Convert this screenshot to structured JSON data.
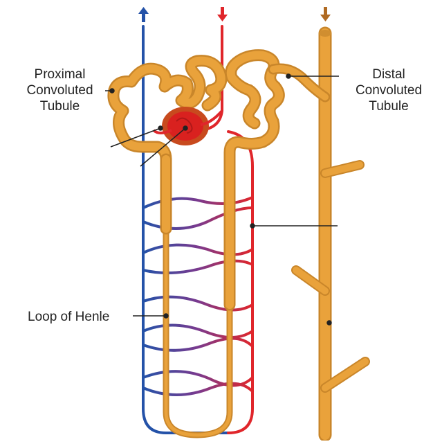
{
  "diagram": {
    "labels": {
      "proximal_convoluted_tubule": "Proximal\nConvoluted\nTubule",
      "distal_convoluted_tubule": "Distal\nConvoluted\nTubule",
      "loop_of_henle": "Loop of Henle"
    },
    "unlabeled_pointers": 3,
    "flow_arrows": [
      "up",
      "down",
      "down"
    ],
    "colors": {
      "tubule": "#E9A23B",
      "tubule_edge": "#C9862A",
      "artery": "#E0262B",
      "vein": "#2452A8",
      "capillary_mix": "#7A3A8E",
      "glomerulus": "#D9211F",
      "capsule": "#C84A1E",
      "pointer_line": "#222222"
    }
  }
}
